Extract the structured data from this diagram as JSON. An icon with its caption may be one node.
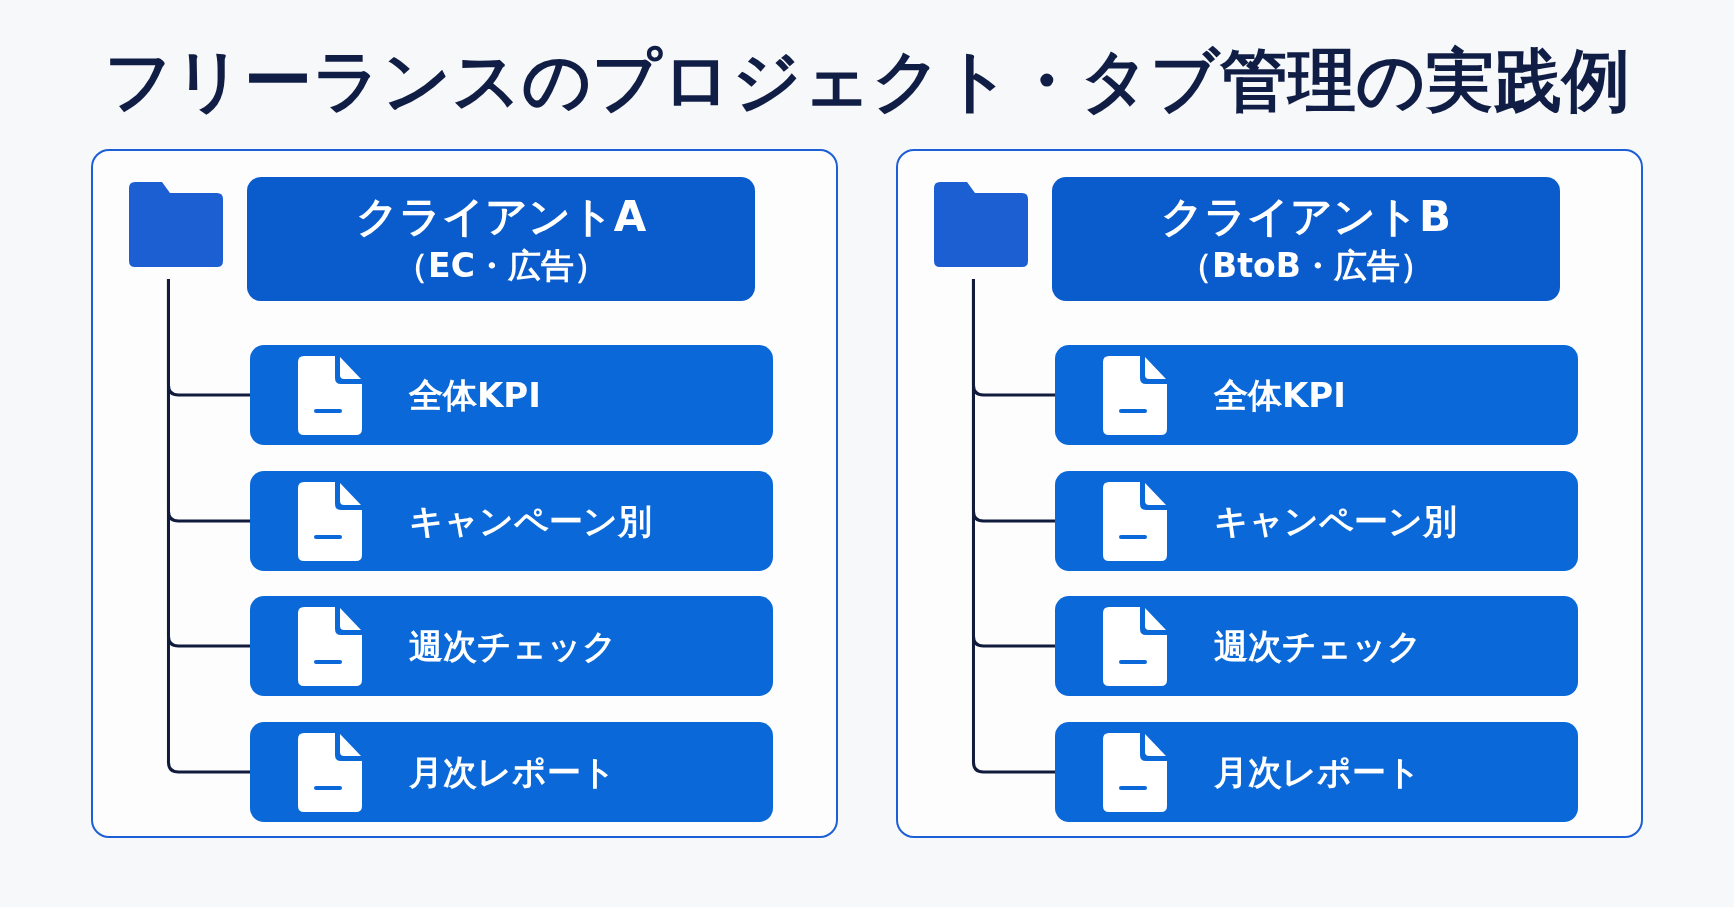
{
  "diagram": {
    "title": "フリーランスのプロジェクト・タブ管理の実践例",
    "nodes": [
      {
        "text": [],
        "shape": "box"
      },
      {
        "text": [],
        "shape": "folder",
        "in": 0
      },
      {
        "text": [
          "クライアントA",
          "（EC・広告）"
        ],
        "in": 0
      },
      {
        "text": [
          "全体KPI"
        ],
        "in": 0
      },
      {
        "text": [
          "キャンペーン別"
        ],
        "in": 0
      },
      {
        "text": [
          "週次チェック"
        ],
        "in": 0
      },
      {
        "text": [
          "月次レポート"
        ],
        "in": 0
      },
      {
        "text": [],
        "shape": "box"
      },
      {
        "text": [],
        "shape": "folder",
        "in": 7
      },
      {
        "text": [
          "クライアントB",
          "（BtoB・広告）"
        ],
        "in": 7
      },
      {
        "text": [
          "全体KPI"
        ],
        "in": 7
      },
      {
        "text": [
          "キャンペーン別"
        ],
        "in": 7
      },
      {
        "text": [
          "週次チェック"
        ],
        "in": 7
      },
      {
        "text": [
          "月次レポート"
        ],
        "in": 7
      }
    ],
    "edges": [
      {
        "from": 1,
        "to": 3,
        "arrow": "none"
      },
      {
        "from": 1,
        "to": 4,
        "arrow": "none"
      },
      {
        "from": 1,
        "to": 5,
        "arrow": "none"
      },
      {
        "from": 1,
        "to": 6,
        "arrow": "none"
      },
      {
        "from": 8,
        "to": 10,
        "arrow": "none"
      },
      {
        "from": 8,
        "to": 11,
        "arrow": "none"
      },
      {
        "from": 8,
        "to": 12,
        "arrow": "none"
      },
      {
        "from": 8,
        "to": 13,
        "arrow": "none"
      }
    ]
  }
}
